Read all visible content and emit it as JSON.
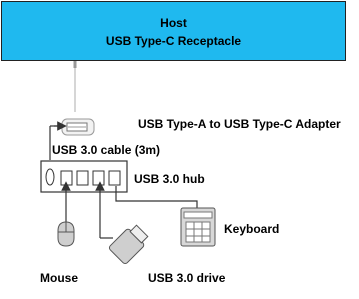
{
  "host": {
    "title": "Host",
    "subtitle": "USB Type-C Receptacle"
  },
  "labels": {
    "adapter": "USB Type-A to USB Type-C Adapter",
    "cable": "USB 3.0 cable (3m)",
    "hub": "USB 3.0 hub",
    "keyboard": "Keyboard",
    "mouse": "Mouse",
    "drive": "USB 3.0 drive"
  },
  "icons": [
    "usb-adapter-icon",
    "usb-hub-icon",
    "mouse-icon",
    "usb-drive-icon",
    "keyboard-icon",
    "arrow-up-icon"
  ],
  "colors": {
    "host_fill": "#1fb9ef",
    "line": "#333333"
  }
}
